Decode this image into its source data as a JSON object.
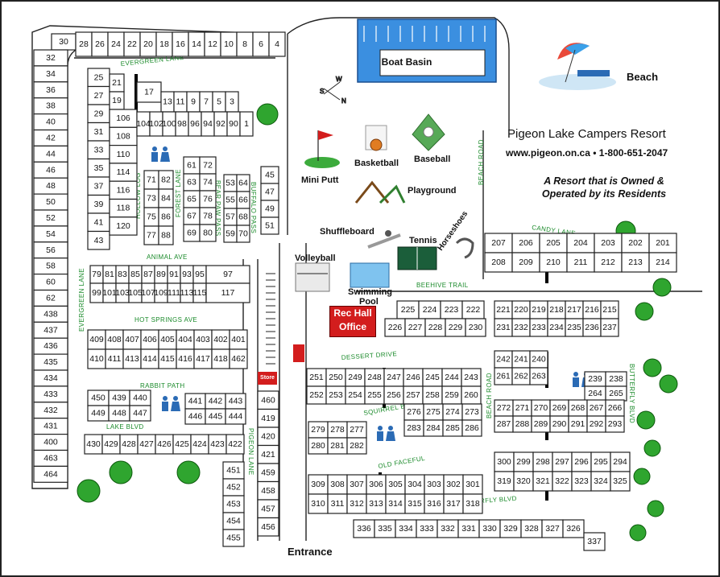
{
  "resort": {
    "name": "Pigeon Lake Campers Resort",
    "contact": "www.pigeon.on.ca • 1-800-651-2047",
    "tagline_line1": "A Resort that is Owned &",
    "tagline_line2": "Operated by its Residents"
  },
  "landmarks": {
    "boat_basin": "Boat Basin",
    "beach": "Beach",
    "rec_hall_line1": "Rec Hall",
    "rec_hall_line2": "Office",
    "store": "Store",
    "entrance": "Entrance",
    "compass_w": "W",
    "compass_n": "N",
    "compass_s": "S"
  },
  "amenities": {
    "mini_putt": "Mini Putt",
    "basketball": "Basketball",
    "baseball": "Baseball",
    "playground": "Playground",
    "shuffleboard": "Shuffleboard",
    "tennis": "Tennis",
    "horseshoes": "Horseshoes",
    "volleyball": "Volleyball",
    "swimming_line1": "Swimming",
    "swimming_line2": "Pool"
  },
  "streets": {
    "evergreen_lane_top": "EVERGREEN LANE",
    "evergreen_lane_side": "EVERGREEN LANE",
    "hollow_log": "HOLLOW LOG",
    "forest_lane": "FOREST LANE",
    "bear_paw_pass": "BEAR PAW PASS",
    "buffalo_pass": "BUFFALO PASS",
    "animal_ave": "ANIMAL AVE",
    "hot_springs_ave": "HOT SPRINGS AVE",
    "rabbit_path": "RABBIT PATH",
    "lake_blvd": "LAKE BLVD",
    "pigeon_lane": "PIGEON LANE",
    "beach_road_top": "BEACH ROAD",
    "beach_road_mid": "BEACH ROAD",
    "candy_lane": "CANDY LANE",
    "beehive_trail": "BEEHIVE TRAIL",
    "dessert_drive": "DESSERT DRIVE",
    "squirrel_blvd": "SQUIRREL BLVD",
    "old_faceful": "OLD FACEFUL",
    "butterfly_blvd_bottom": "BUTTERFLY BLVD",
    "butterfly_blvd_side": "BUTTERFLY BLVD"
  },
  "lots": {
    "west_column": [
      "30",
      "32",
      "34",
      "36",
      "38",
      "40",
      "42",
      "44",
      "46",
      "48",
      "50",
      "52",
      "54",
      "56",
      "58",
      "60",
      "62",
      "438",
      "437",
      "436",
      "435",
      "434",
      "433",
      "432",
      "431",
      "400",
      "463",
      "464"
    ],
    "top_arc": [
      "28",
      "26",
      "24",
      "22",
      "20",
      "18",
      "16",
      "14",
      "12",
      "10",
      "8",
      "6",
      "4"
    ],
    "block_a_left": [
      "25",
      "27",
      "29",
      "31",
      "33",
      "35",
      "37",
      "39",
      "41",
      "43"
    ],
    "block_a_mid": [
      "21",
      "19",
      "106",
      "108",
      "110",
      "114",
      "116",
      "118",
      "120"
    ],
    "block_a_center": [
      "17",
      "13",
      "11",
      "9",
      "7",
      "5",
      "3",
      "104",
      "102",
      "100",
      "98",
      "96",
      "94",
      "92",
      "90",
      "1"
    ],
    "hollow_forest": [
      "71",
      "73",
      "75",
      "77",
      "82",
      "84",
      "86",
      "88"
    ],
    "bear_paw": [
      "61",
      "63",
      "65",
      "67",
      "69",
      "72",
      "74",
      "76",
      "78",
      "80"
    ],
    "buffalo": [
      "53",
      "55",
      "57",
      "59",
      "64",
      "66",
      "68",
      "70",
      "45",
      "47",
      "49",
      "51"
    ],
    "animal_row": [
      "79",
      "81",
      "83",
      "85",
      "87",
      "89",
      "91",
      "93",
      "95",
      "97",
      "99",
      "101",
      "103",
      "105",
      "107",
      "109",
      "111",
      "113",
      "115",
      "117"
    ],
    "hot_springs": [
      "409",
      "408",
      "407",
      "406",
      "405",
      "404",
      "403",
      "402",
      "401",
      "410",
      "411",
      "413",
      "414",
      "415",
      "416",
      "417",
      "418",
      "462"
    ],
    "rabbit": [
      "450",
      "439",
      "440",
      "441",
      "442",
      "443",
      "449",
      "448",
      "447",
      "446",
      "445",
      "444"
    ],
    "lake_row": [
      "430",
      "429",
      "428",
      "427",
      "426",
      "425",
      "424",
      "423",
      "422"
    ],
    "pigeon_lane_left": [
      "451",
      "452",
      "453",
      "454",
      "455"
    ],
    "pigeon_lane_right": [
      "460",
      "419",
      "420",
      "421",
      "459",
      "458",
      "457",
      "456"
    ],
    "candy": [
      "207",
      "206",
      "205",
      "204",
      "203",
      "202",
      "201",
      "208",
      "209",
      "210",
      "211",
      "212",
      "213",
      "214"
    ],
    "beehive": [
      "225",
      "224",
      "223",
      "222",
      "226",
      "227",
      "228",
      "229",
      "230"
    ],
    "center_east": [
      "221",
      "220",
      "219",
      "218",
      "217",
      "216",
      "215",
      "231",
      "232",
      "233",
      "234",
      "235",
      "236",
      "237"
    ],
    "dessert": [
      "251",
      "250",
      "249",
      "248",
      "247",
      "246",
      "245",
      "244",
      "243",
      "252",
      "253",
      "254",
      "255",
      "256",
      "257",
      "258",
      "259",
      "260"
    ],
    "east_block": [
      "242",
      "241",
      "240",
      "239",
      "238",
      "261",
      "262",
      "263",
      "264",
      "265"
    ],
    "squirrel": [
      "276",
      "275",
      "274",
      "273",
      "283",
      "284",
      "285",
      "286",
      "279",
      "278",
      "277",
      "280",
      "281",
      "282"
    ],
    "beach_road_block": [
      "272",
      "271",
      "270",
      "269",
      "268",
      "267",
      "266",
      "287",
      "288",
      "289",
      "290",
      "291",
      "292",
      "293"
    ],
    "old_faceful": [
      "309",
      "308",
      "307",
      "306",
      "305",
      "304",
      "303",
      "302",
      "301",
      "310",
      "311",
      "312",
      "313",
      "314",
      "315",
      "316",
      "317",
      "318"
    ],
    "south_east": [
      "300",
      "299",
      "298",
      "297",
      "296",
      "295",
      "294",
      "319",
      "320",
      "321",
      "322",
      "323",
      "324",
      "325"
    ],
    "butterfly_row": [
      "336",
      "335",
      "334",
      "333",
      "332",
      "331",
      "330",
      "329",
      "328",
      "327",
      "326",
      "337"
    ]
  },
  "colors": {
    "street_green": "#1a8a2a",
    "rec_hall_red": "#d31d1d",
    "water_blue": "#3b8fe0"
  }
}
